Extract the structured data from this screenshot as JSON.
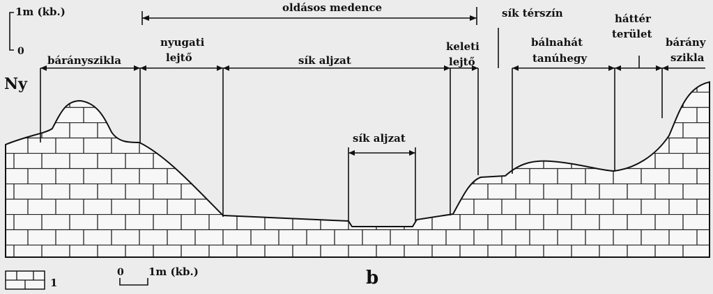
{
  "panel_letter": "b",
  "direction_label": "Ny",
  "vertical_scale": {
    "top": "1m (kb.)",
    "bottom": "0"
  },
  "horizontal_scale": {
    "start": "0",
    "end": "1m (kb.)"
  },
  "legend": {
    "label": "1"
  },
  "top_span": "oldásos medence",
  "sections": {
    "baranyszikla_left": "bárányszikla",
    "nyugati_1": "nyugati",
    "nyugati_2": "lejtő",
    "sik_aljzat_main": "sík aljzat",
    "keleti_1": "keleti",
    "keleti_2": "lejtő",
    "sik_terszin": "sík térszín",
    "balnahat_1": "bálnahát",
    "balnahat_2": "tanúhegy",
    "hatter_1": "háttér",
    "hatter_2": "terület",
    "barany_right_1": "bárány",
    "barany_right_2": "szikla",
    "sik_aljzat_inner": "sík aljzat"
  },
  "colors": {
    "ink": "#111111",
    "background": "#ececec",
    "rock": "#f7f7f7"
  }
}
